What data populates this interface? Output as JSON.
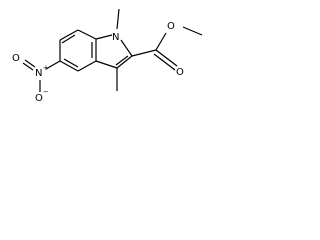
{
  "molecule": {
    "atoms": {
      "ring_nitrogen": "N",
      "carbonyl_oxygen": "O",
      "ester_oxygen": "O",
      "nitro_nitrogen": "N",
      "nitro_nitrogen_charge": "+",
      "nitro_oxygen_double": "O",
      "nitro_oxygen_single": "O",
      "nitro_oxygen_charge": "−"
    }
  }
}
